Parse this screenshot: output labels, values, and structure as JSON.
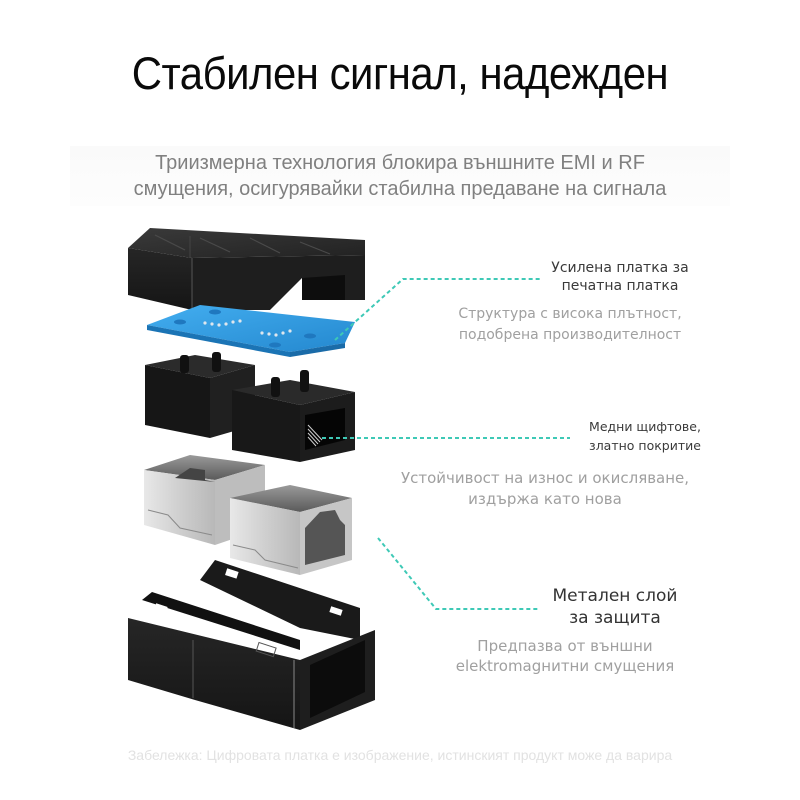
{
  "header": {
    "title": "Стабилен сигнал, надежден",
    "subtitle_line1": "Триизмерна технология блокира външните EMI и RF",
    "subtitle_line2": "смущения, осигурявайки стабилна предаване на сигнала"
  },
  "callouts": [
    {
      "heading_line1": "Усилена платка за",
      "heading_line2": "печатна платка",
      "desc_line1": "Структура с висока плътност,",
      "desc_line2": "подобрена производителност",
      "points_to": "pcb-board"
    },
    {
      "heading_line1": "Медни щифтове,",
      "heading_line2": "златно покритие",
      "desc_line1": "Устойчивост на износ и окисляване,",
      "desc_line2": "издържа като нова",
      "points_to": "rj45-jack-pins"
    },
    {
      "heading_line1": "Метален слой",
      "heading_line2": "за защита",
      "desc_line1": "Предпазва от външни",
      "desc_line2": "elektromagнитни смущения",
      "points_to": "metal-shield"
    }
  ],
  "footer": {
    "note": "Забележка: Цифровата платка е изображение, истинският продукт може да варира"
  },
  "illustration": {
    "components": [
      "top-housing-cover",
      "pcb-board",
      "rj45-jack-modules",
      "metal-shield-cages",
      "bottom-housing-tray"
    ]
  },
  "colors": {
    "background": "#ffffff",
    "title": "#0a0a0a",
    "subtitle": "#808080",
    "callout_heading": "#3a3a3a",
    "callout_desc": "#a0a0a0",
    "leader_line": "#3ec9b6",
    "pcb_blue": "#2f9be0",
    "housing_black": "#1c1c1c",
    "shield_silver": "#d8d8d8",
    "footnote": "#e2e2e2"
  }
}
